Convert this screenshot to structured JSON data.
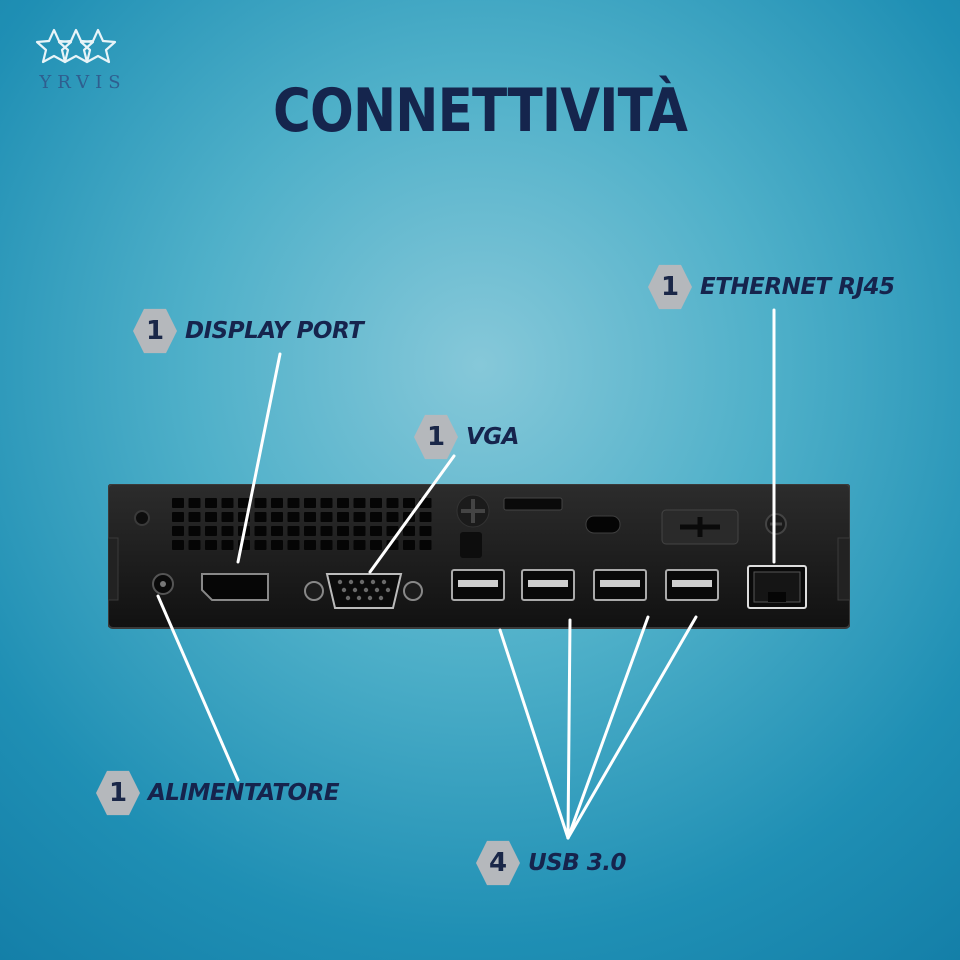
{
  "brand": {
    "logo_text": "YRVIS"
  },
  "title": "CONNETTIVITÀ",
  "ports": [
    {
      "count": "1",
      "label": "DISPLAY PORT"
    },
    {
      "count": "1",
      "label": "VGA"
    },
    {
      "count": "1",
      "label": "ETHERNET RJ45"
    },
    {
      "count": "1",
      "label": "ALIMENTATORE"
    },
    {
      "count": "4",
      "label": "USB 3.0"
    }
  ],
  "colors": {
    "title": "#15254d",
    "badge": "#b5b8bc",
    "background_center": "#86c8d9",
    "background_edge": "#147fa8"
  }
}
